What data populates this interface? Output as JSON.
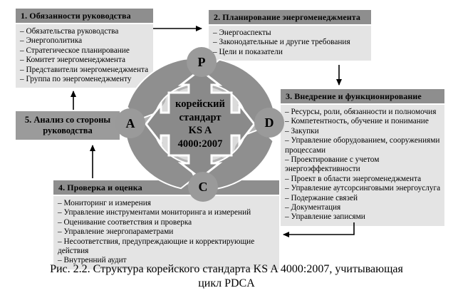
{
  "figure": {
    "caption_line1": "Рис. 2.2. Структура корейского стандарта KS A 4000:2007, учитывающая",
    "caption_line2": "цикл PDCA"
  },
  "diagram": {
    "boxes": [
      {
        "title": "1. Обязанности руководства",
        "items": [
          "– Обязательства руководства",
          "– Энергополитика",
          "– Стратегическое планирование",
          "– Комитет энергоменеджмента",
          "– Представители энергоменеджмента",
          "– Группа по энергоменеджменту"
        ]
      },
      {
        "title": "2. Планирование энергоменеджмента",
        "items": [
          "– Энергоаспекты",
          "– Законодательные и другие требования",
          "– Цели и показатели"
        ]
      },
      {
        "title": "3. Внедрение и функционирование",
        "items": [
          "– Ресурсы, роли, обязанности и полномочия",
          "– Компетентность, обучение и понимание",
          "– Закупки",
          "– Управление оборудованием, сооружениями процессами",
          "– Проектирование с учетом энергоэффективности",
          "– Проект в области энергоменеджмента",
          "– Управление аутсорсинговыми энергоуслуга",
          "– Подержание связей",
          "– Документация",
          "– Управление записями"
        ]
      },
      {
        "title": "4. Проверка и оценка",
        "items": [
          "– Мониторинг и измерения",
          "– Управление инструментами мониторинга и измерений",
          "– Оценивание соответствия и проверка",
          "– Управление энергопараметрами",
          "– Несоответствия, предупреждающие и корректирующие действия",
          "– Внутренний аудит"
        ]
      },
      {
        "title": "5. Анализ со стороны руководства",
        "items": []
      }
    ],
    "center": {
      "line1": "корейский",
      "line2": "стандарт",
      "line3": "KS A",
      "line4": "4000:2007"
    },
    "nodes": {
      "top": "P",
      "right": "D",
      "bottom": "C",
      "left": "A"
    },
    "colors": {
      "header_bg": "#8e8e8e",
      "body_bg": "#e4e4e4",
      "solid_box_bg": "#9b9b9b",
      "cycle_dark": "#8f8f8f",
      "cycle_light": "#b3b3b3",
      "ellipse": "#dadada",
      "node_circle": "#9a9a9a",
      "center_cross": "#8a8a8a",
      "connector": "#000000"
    }
  }
}
